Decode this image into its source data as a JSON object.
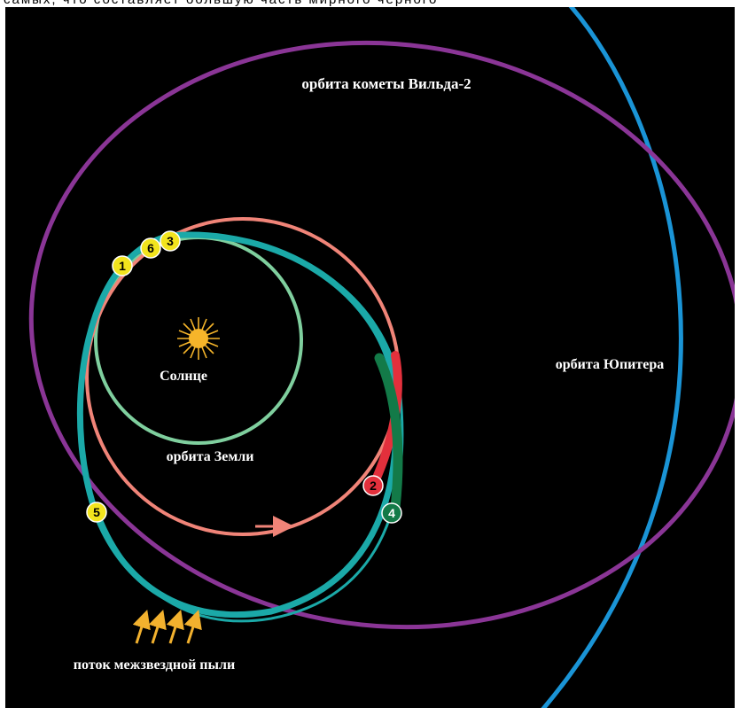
{
  "top_caption": "самых,   что   составляет   большую   часть   мирного   черного",
  "labels": {
    "comet_orbit": "орбита кометы Вильда-2",
    "jupiter_orbit": "орбита Юпитера",
    "sun": "Солнце",
    "earth_orbit": "орбита Земли",
    "dust_flow": "поток межзвездной пыли"
  },
  "markers": [
    {
      "id": "1",
      "label": "1",
      "color": "#f2e41d"
    },
    {
      "id": "2",
      "label": "2",
      "color": "#e3303c"
    },
    {
      "id": "3",
      "label": "3",
      "color": "#f2e41d"
    },
    {
      "id": "4",
      "label": "4",
      "color": "#137a48"
    },
    {
      "id": "5",
      "label": "5",
      "color": "#f2e41d"
    },
    {
      "id": "6",
      "label": "6",
      "color": "#f2e41d"
    }
  ],
  "colors": {
    "background": "#000000",
    "comet_orbit": "#8a3596",
    "jupiter_orbit": "#1a94d6",
    "earth_orbit": "#7fcf9e",
    "spacecraft_orbit": "#f08478",
    "trajectory": "#1ba9a8",
    "sun": "#f6b52a",
    "dust_arrows": "#f2b12e"
  }
}
